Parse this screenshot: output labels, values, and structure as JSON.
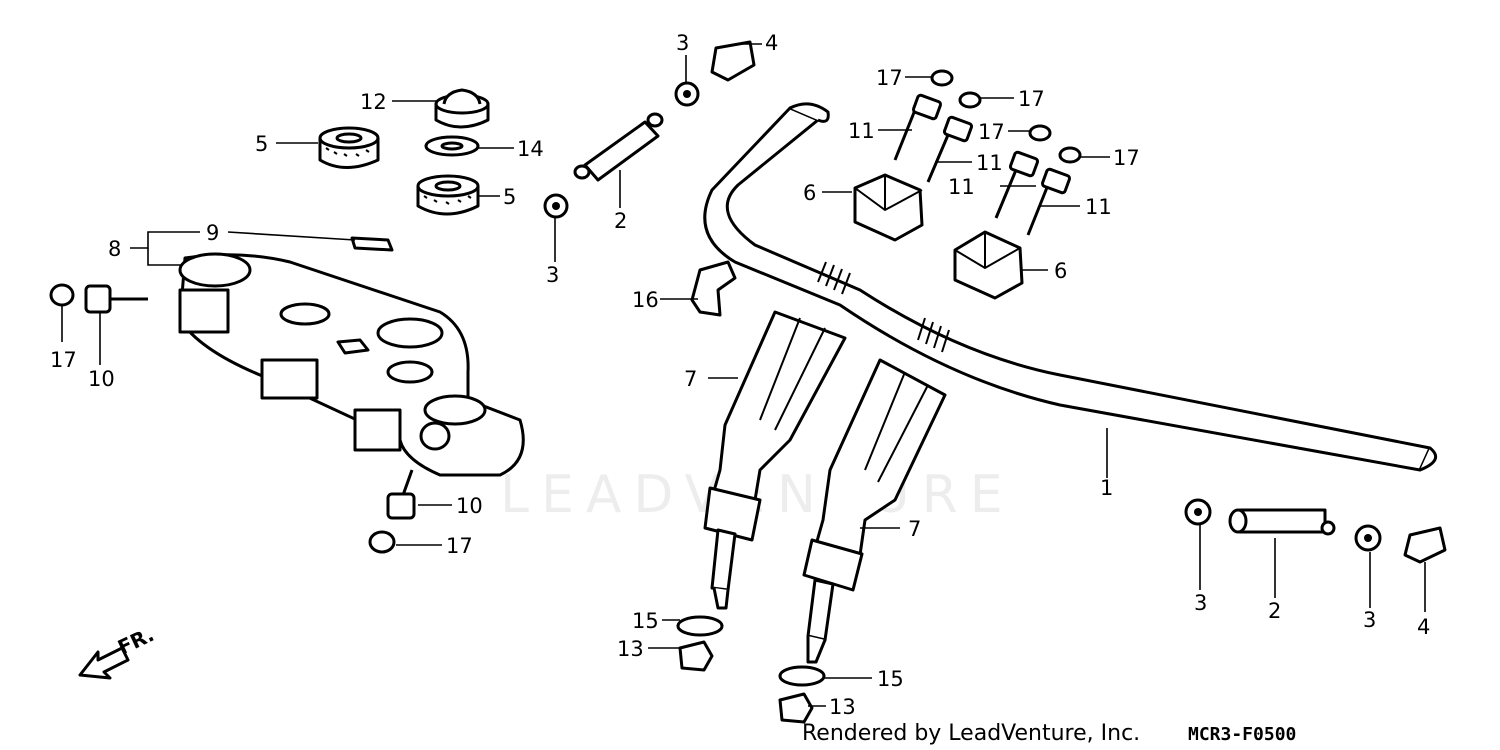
{
  "diagram": {
    "watermark": "LEADVENTURE",
    "credit": "Rendered by LeadVenture, Inc.",
    "figure_code": "MCR3-F0500",
    "front_indicator": "FR."
  },
  "callouts": [
    {
      "id": "c1",
      "text": "1"
    },
    {
      "id": "c2a",
      "text": "2"
    },
    {
      "id": "c2b",
      "text": "2"
    },
    {
      "id": "c3a",
      "text": "3"
    },
    {
      "id": "c3b",
      "text": "3"
    },
    {
      "id": "c3c",
      "text": "3"
    },
    {
      "id": "c3d",
      "text": "3"
    },
    {
      "id": "c4a",
      "text": "4"
    },
    {
      "id": "c4b",
      "text": "4"
    },
    {
      "id": "c5a",
      "text": "5"
    },
    {
      "id": "c5b",
      "text": "5"
    },
    {
      "id": "c6a",
      "text": "6"
    },
    {
      "id": "c6b",
      "text": "6"
    },
    {
      "id": "c7a",
      "text": "7"
    },
    {
      "id": "c7b",
      "text": "7"
    },
    {
      "id": "c8",
      "text": "8"
    },
    {
      "id": "c9",
      "text": "9"
    },
    {
      "id": "c10a",
      "text": "10"
    },
    {
      "id": "c10b",
      "text": "10"
    },
    {
      "id": "c11a",
      "text": "11"
    },
    {
      "id": "c11b",
      "text": "11"
    },
    {
      "id": "c11c",
      "text": "11"
    },
    {
      "id": "c11d",
      "text": "11"
    },
    {
      "id": "c12",
      "text": "12"
    },
    {
      "id": "c13a",
      "text": "13"
    },
    {
      "id": "c13b",
      "text": "13"
    },
    {
      "id": "c14",
      "text": "14"
    },
    {
      "id": "c15a",
      "text": "15"
    },
    {
      "id": "c15b",
      "text": "15"
    },
    {
      "id": "c16",
      "text": "16"
    },
    {
      "id": "c17a",
      "text": "17"
    },
    {
      "id": "c17b",
      "text": "17"
    },
    {
      "id": "c17c",
      "text": "17"
    },
    {
      "id": "c17d",
      "text": "17"
    },
    {
      "id": "c17e",
      "text": "17"
    },
    {
      "id": "c17f",
      "text": "17"
    }
  ]
}
